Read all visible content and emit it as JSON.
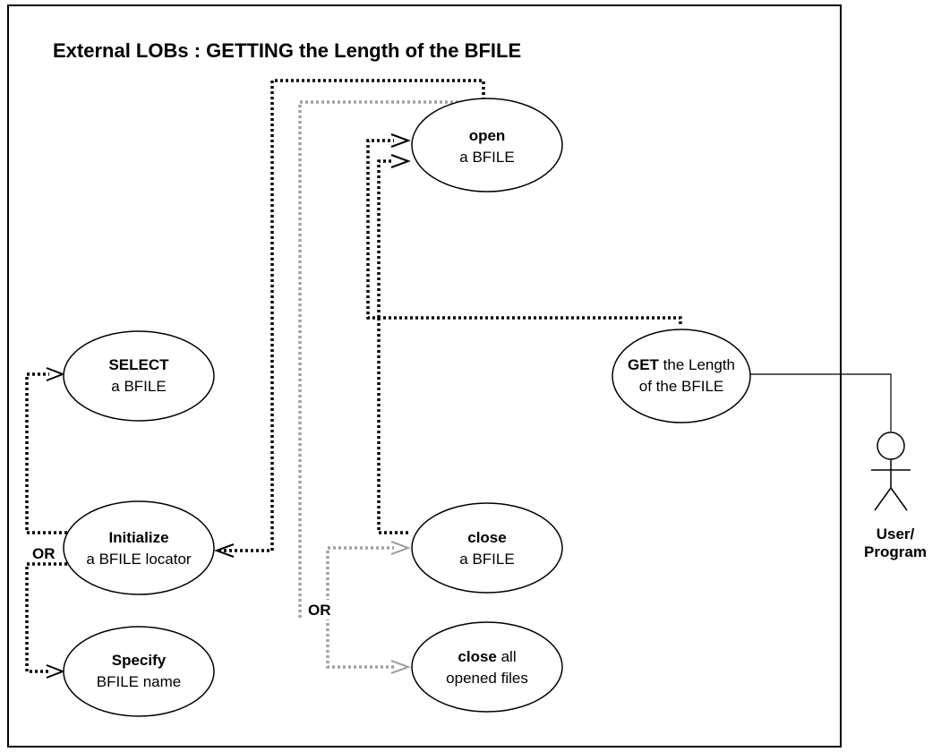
{
  "title": "External LOBs : GETTING the Length of the BFILE",
  "nodes": {
    "open": {
      "bold": "open",
      "rest": "",
      "line2": "a BFILE"
    },
    "select": {
      "bold": "SELECT",
      "rest": "",
      "line2": "a BFILE"
    },
    "get": {
      "bold": "GET",
      "rest": " the Length",
      "line2": "of the BFILE"
    },
    "initialize": {
      "bold": "Initialize",
      "rest": "",
      "line2": "a BFILE locator"
    },
    "close": {
      "bold": "close",
      "rest": "",
      "line2": "a BFILE"
    },
    "specify": {
      "bold": "Specify",
      "rest": "",
      "line2": "BFILE name"
    },
    "close_all": {
      "bold": "close",
      "rest": " all",
      "line2": "opened files"
    }
  },
  "or_labels": {
    "left": "OR",
    "middle": "OR"
  },
  "actor": {
    "line1": "User/",
    "line2": "Program"
  },
  "colors": {
    "primary": "#000000",
    "optional": "#a0a0a0",
    "background": "#ffffff"
  }
}
